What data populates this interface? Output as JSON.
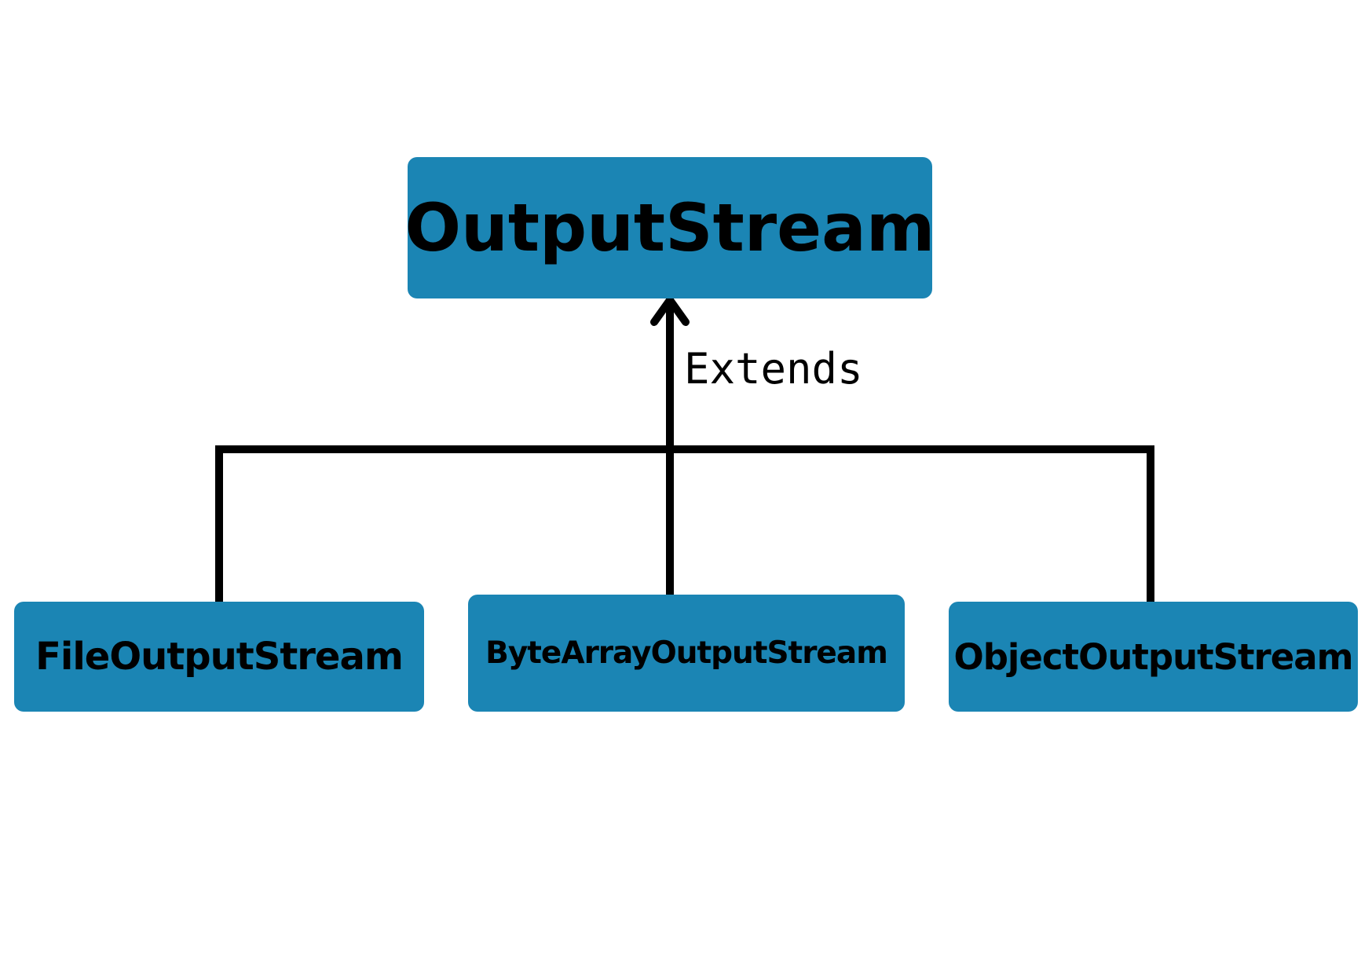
{
  "diagram": {
    "root": {
      "label": "OutputStream"
    },
    "relation_label": "Extends",
    "children": [
      {
        "label": "FileOutputStream"
      },
      {
        "label": "ByteArrayOutputStream"
      },
      {
        "label": "ObjectOutputStream"
      }
    ],
    "colors": {
      "box_fill": "#1b85b4",
      "line": "#000000",
      "text": "#000000",
      "background": "#ffffff"
    }
  }
}
